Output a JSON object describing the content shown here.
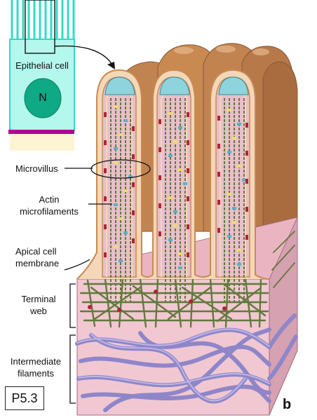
{
  "labels": {
    "epithelial_cell": "Epithelial cell",
    "nucleus": "N",
    "microvillus": "Microvillus",
    "actin_1": "Actin",
    "actin_2": "microfilaments",
    "apical_1": "Apical cell",
    "apical_2": "membrane",
    "terminal_1": "Terminal",
    "terminal_2": "web",
    "intermediate_1": "Intermediate",
    "intermediate_2": "filaments",
    "panel_id": "P5.3",
    "panel_letter": "b"
  },
  "colors": {
    "cell_fill": "#b4f7ec",
    "cell_stroke": "#2fdcc7",
    "nucleus": "#0fa985",
    "basement": "#b4008e",
    "membrane": "#c98a52",
    "membrane_light": "#f3d7b8",
    "cytoplasm": "#f1c8d2",
    "actin": "#617a3c",
    "cap": "#8fd3dc",
    "intermediate": "#8f86c9",
    "crosslink_red": "#b02435",
    "crosslink_blue": "#5ab0c9",
    "crosslink_yellow": "#f0dc6b"
  }
}
